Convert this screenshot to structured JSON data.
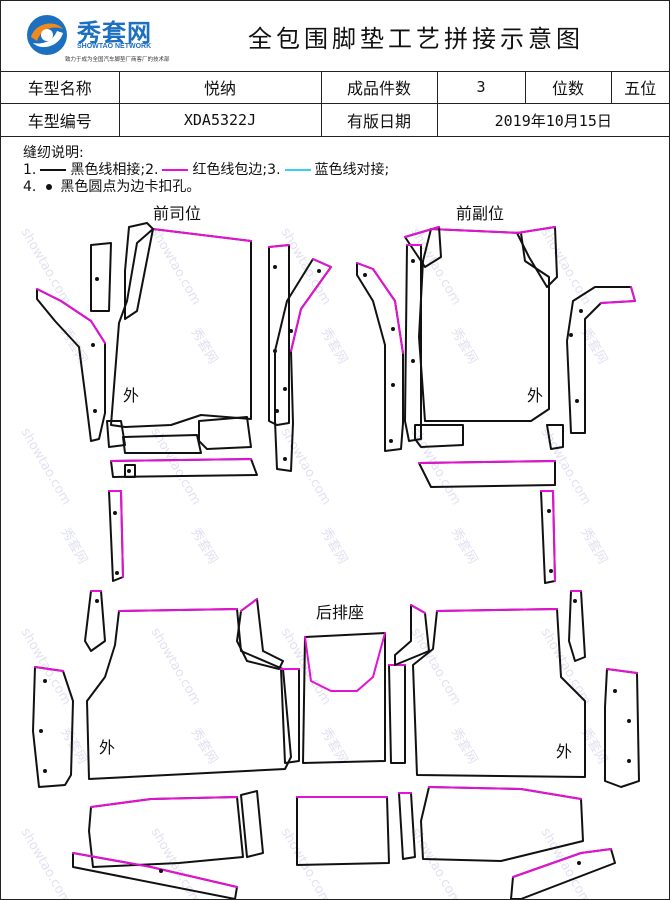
{
  "header": {
    "logo_cn": "秀套网",
    "logo_en": "SHOWTAO NETWORK",
    "logo_slogan": "致力于成为全国汽车脚垫厂商客厂的技术部",
    "title": "全包围脚垫工艺拼接示意图"
  },
  "info_table": {
    "row1": {
      "model_name_label": "车型名称",
      "model_name_value": "悦纳",
      "piece_count_label": "成品件数",
      "piece_count_value": "3",
      "seat_label": "位数",
      "seat_value": "五位"
    },
    "row2": {
      "model_code_label": "车型编号",
      "model_code_value": "XDA5322J",
      "date_label": "有版日期",
      "date_value": "2019年10月15日"
    }
  },
  "legend": {
    "heading": "缝纫说明:",
    "item1_prefix": "1.",
    "item1_text": "黑色线相接;",
    "item2_prefix": "2.",
    "item2_text": "红色线包边;",
    "item3_prefix": "3.",
    "item3_text": "蓝色线对接;",
    "item4_prefix": "4.",
    "item4_text": "黑色圆点为边卡扣孔。"
  },
  "labels": {
    "driver_front": "前司位",
    "passenger_front": "前副位",
    "rear_seat": "后排座",
    "outer_driver": "外",
    "outer_passenger": "外",
    "outer_rear_left": "外",
    "outer_rear_right": "外"
  },
  "watermark": {
    "text": "showtao.com",
    "brand": "秀套网"
  },
  "colors": {
    "black_seam": "#111111",
    "red_edge": "#e312d5",
    "blue_seam": "#38d0ee",
    "logo_blue": "#1d6fc0",
    "logo_orange": "#f08a1c"
  }
}
